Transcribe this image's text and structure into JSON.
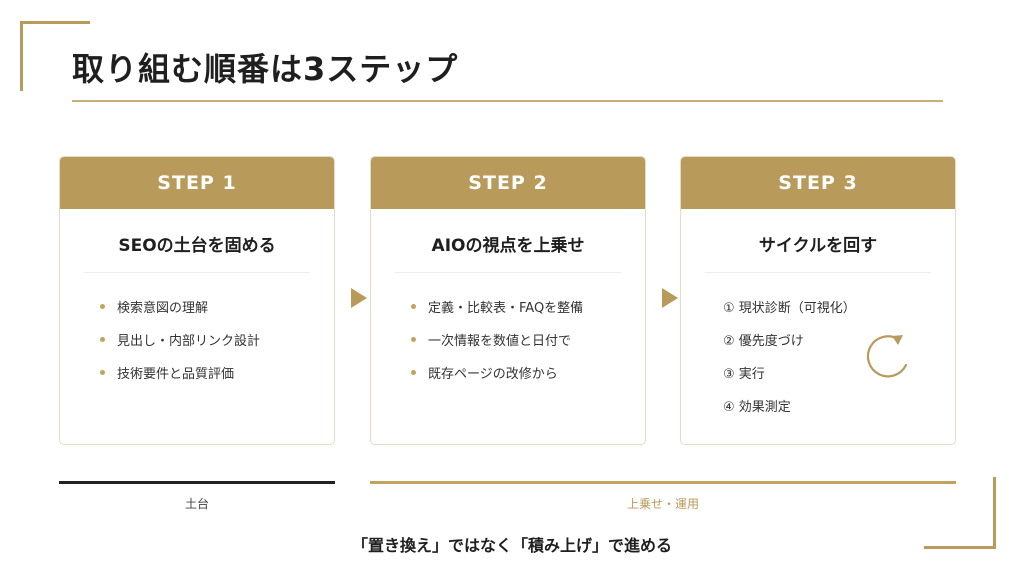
{
  "slide": {
    "title": "取り組む順番は3ステップ",
    "accent_color": "#b89a5b"
  },
  "steps": [
    {
      "label": "STEP 1",
      "title": "SEOの土台を固める",
      "items": [
        "検索意図の理解",
        "見出し・内部リンク設計",
        "技術要件と品質評価"
      ]
    },
    {
      "label": "STEP 2",
      "title": "AIOの視点を上乗せ",
      "items": [
        "定義・比較表・FAQを整備",
        "一次情報を数値と日付で",
        "既存ページの改修から"
      ]
    },
    {
      "label": "STEP 3",
      "title": "サイクルを回す",
      "items": [
        "① 現状診断（可視化）",
        "② 優先度づけ",
        "③ 実行",
        "④ 効果測定"
      ],
      "icon": "cycle-arrow-icon"
    }
  ],
  "timeline": {
    "foundation_label": "土台",
    "operation_label": "上乗せ・運用"
  },
  "footer": {
    "message": "「置き換え」ではなく「積み上げ」で進める"
  }
}
